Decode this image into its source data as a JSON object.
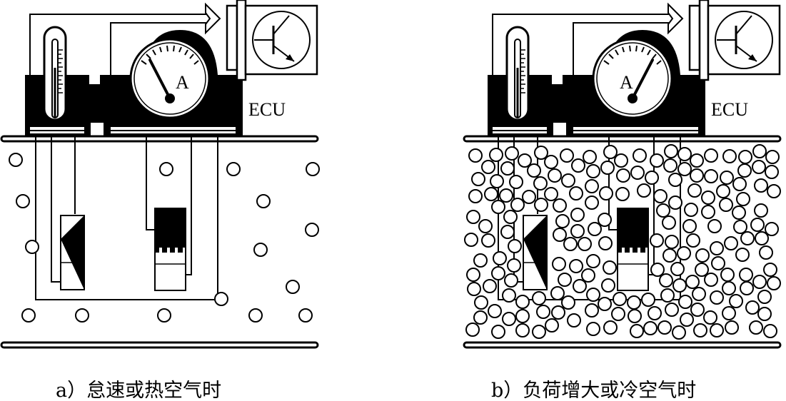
{
  "panels": [
    {
      "id": "a",
      "ecu_label": "ECU",
      "ammeter_symbol": "A",
      "caption": "a）怠速或热空气时",
      "needle": "left",
      "air_density": "sparse"
    },
    {
      "id": "b",
      "ecu_label": "ECU",
      "ammeter_symbol": "A",
      "caption": "b）负荷增大或冷空气时",
      "needle": "right",
      "air_density": "dense"
    }
  ]
}
